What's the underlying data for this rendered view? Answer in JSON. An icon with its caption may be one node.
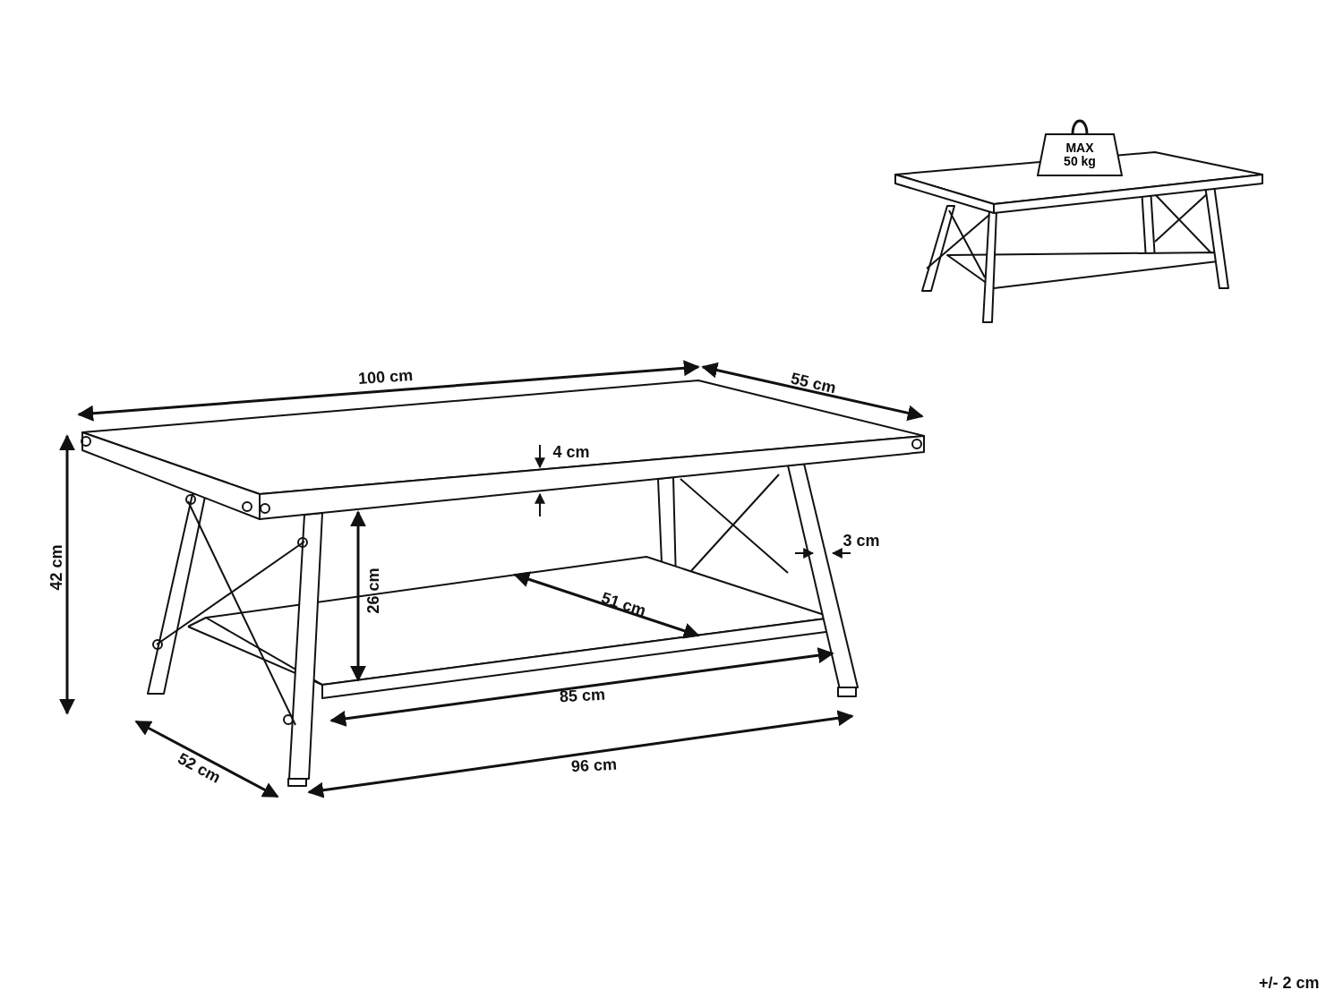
{
  "diagram": {
    "nodes": [
      {
        "text": [
          "MAX 50 kg"
        ]
      }
    ],
    "edges": [],
    "labels": [
      "100 cm",
      "55 cm",
      "4 cm",
      "42 cm",
      "3 cm",
      "26 cm",
      "51 cm",
      "85 cm",
      "52 cm",
      "96 cm",
      "+/- 2 cm"
    ]
  }
}
